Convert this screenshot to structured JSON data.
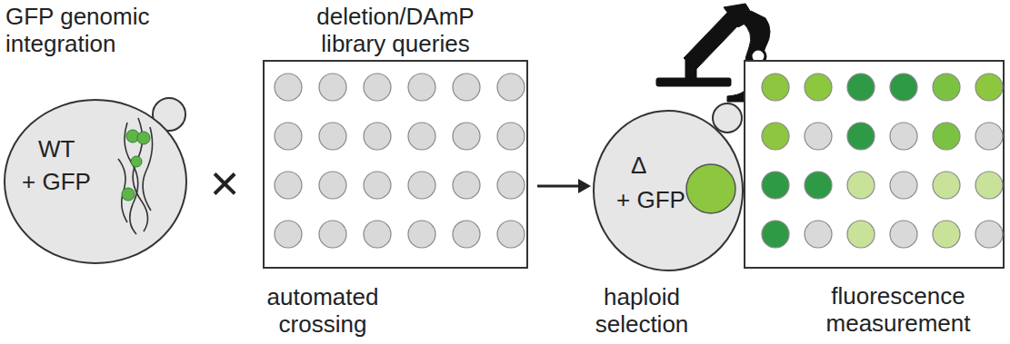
{
  "diagram": {
    "nodes": [
      {
        "text": [
          "GFP genomic integration",
          "WT",
          "+ GFP"
        ]
      },
      {
        "text": [
          "deletion/DAmP library queries"
        ]
      },
      {
        "text": [
          "Δ",
          "+ GFP"
        ]
      },
      {
        "text": [
          "fluorescence measurement"
        ]
      }
    ],
    "edges": [
      {
        "from": 1,
        "to": 2,
        "arrow": "to"
      }
    ],
    "labels": [
      "×",
      "automated crossing",
      "haploid selection"
    ]
  }
}
